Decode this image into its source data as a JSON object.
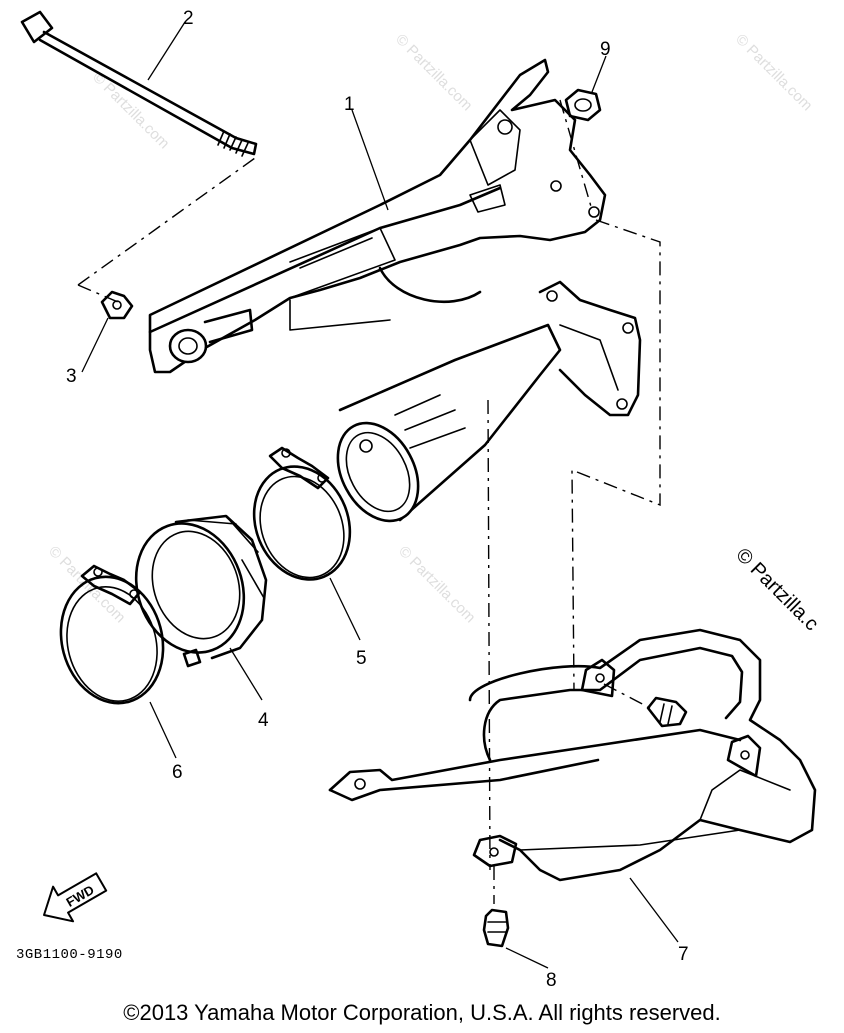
{
  "diagram": {
    "callouts": [
      "1",
      "2",
      "3",
      "4",
      "5",
      "6",
      "7",
      "8",
      "9"
    ],
    "drawing_code": "3GB1100-9190",
    "direction_label": "FWD",
    "watermarks": [
      "© Partzilla.com",
      "© Partzilla.com",
      "© Partzilla.com",
      "© Partzilla.com",
      "© Partzilla.com",
      "© Partzilla.c"
    ]
  },
  "footer": {
    "copyright": "©2013 Yamaha Motor Corporation, U.S.A. All rights reserved."
  }
}
